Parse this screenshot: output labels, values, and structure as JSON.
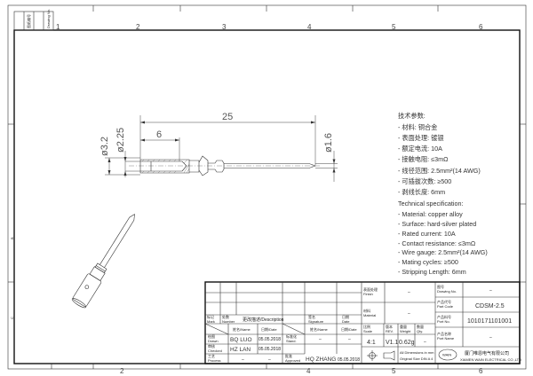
{
  "frame": {
    "columns": [
      "1",
      "2",
      "3",
      "4",
      "5",
      "6"
    ],
    "rows": [
      "B",
      "C"
    ],
    "corner_box": [
      "图纸编号",
      "Drawing No."
    ]
  },
  "drawing": {
    "dim_length": "25",
    "dim_strip": "6",
    "dim_outer": "ø3.2",
    "dim_inner": "ø2.25",
    "dim_pin": "ø1.6"
  },
  "spec_cn": {
    "title": "技术参数:",
    "items": [
      "- 材料: 铜合金",
      "- 表面处理: 镀银",
      "- 额定电流: 10A",
      "- 接触电阻: ≤3mΩ",
      "- 线径范围: 2.5mm²(14 AWG)",
      "- 可插拔次数: ≥500",
      "- 剥线长度:   6mm"
    ]
  },
  "spec_en": {
    "title": "Technical specification:",
    "items": [
      "- Material: copper alloy",
      "- Surface: hard-silver plated",
      "- Rated current: 10A",
      "- Contact resistance: ≤3mΩ",
      "- Wire gauge: 2.5mm²(14 AWG)",
      "- Mating cycles: ≥500",
      "- Stripping Length: 6mm"
    ]
  },
  "title_block": {
    "mark": "标记 Mark",
    "number": "处数 Number",
    "description": "更改描述/Description",
    "signature": "签名 Signature",
    "date": "日期 Date",
    "name_h": "姓名/Name",
    "date_h": "日期/Date",
    "name_h2": "姓名/Name",
    "date_h2": "日期/Date",
    "drawn": "绘图 Drawn",
    "drawn_name": "BQ  LUO",
    "drawn_date": "05.05.2018",
    "stand": "标准化 Stand.",
    "stand_name": "–",
    "stand_date": "–",
    "checked": "审核 Checked",
    "checked_name": "HZ  LAN",
    "checked_date": "05.05.2018",
    "process": "工艺 Process",
    "process_name": "–",
    "process_date": "–",
    "approved": "批准 Approved",
    "approved_name": "HQ  ZHANG",
    "approved_date": "05.05.2018",
    "finish": "表面处理 Finish",
    "finish_value": "–",
    "material": "材料 Material",
    "material_value": "–",
    "scale": "比例 Scale",
    "scale_value": "4:1",
    "rev": "版本 REV.",
    "rev_value": "V1.1",
    "weight": "重量 Weight",
    "weight_value": "0.62g",
    "qty": "数量 Qty.",
    "qty_value": "–",
    "drawing_no": "图号 Drawing No.",
    "drawing_no_value": "–",
    "part_code": "产品代号 Part Code",
    "part_code_value": "CDSM-2.5",
    "part_no": "产品料号 Port No.",
    "part_no_value": "1010171101001",
    "part_name": "产品名称 Port Name",
    "part_name_value": "–",
    "dim_note1": "All Dimensions in mm",
    "dim_note2": "Original Size DIN A 4",
    "company_cn": "厦门唯恩电气有限公司",
    "company_en": "XIAMEN WAIN ELECTRICAL CO.,LTD",
    "logo_text": "WAIN"
  }
}
